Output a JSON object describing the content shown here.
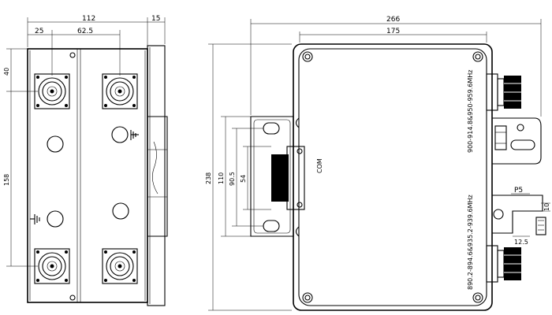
{
  "dimensions": {
    "left_overall_width": "112",
    "left_right_ledge": "15",
    "left_port_x": "25",
    "left_port_spacing": "62.5",
    "left_top_offset": "40",
    "left_port_vertical_spacing": "158",
    "right_overall_width": "266",
    "right_body_width": "175",
    "right_overall_height": "238",
    "right_flange_height": "110",
    "right_connector_span": "90.5",
    "right_connector_inner": "54",
    "right_bracket_p": "P5",
    "right_bracket_h": "10",
    "right_bracket_offset": "12.5"
  },
  "labels": {
    "com": "COM",
    "band_upper": "900-914.8&950-959.6MHz",
    "band_lower": "890.2-894.6&935.2-939.6MHz"
  },
  "colors": {
    "line": "#000000",
    "background": "#ffffff"
  }
}
